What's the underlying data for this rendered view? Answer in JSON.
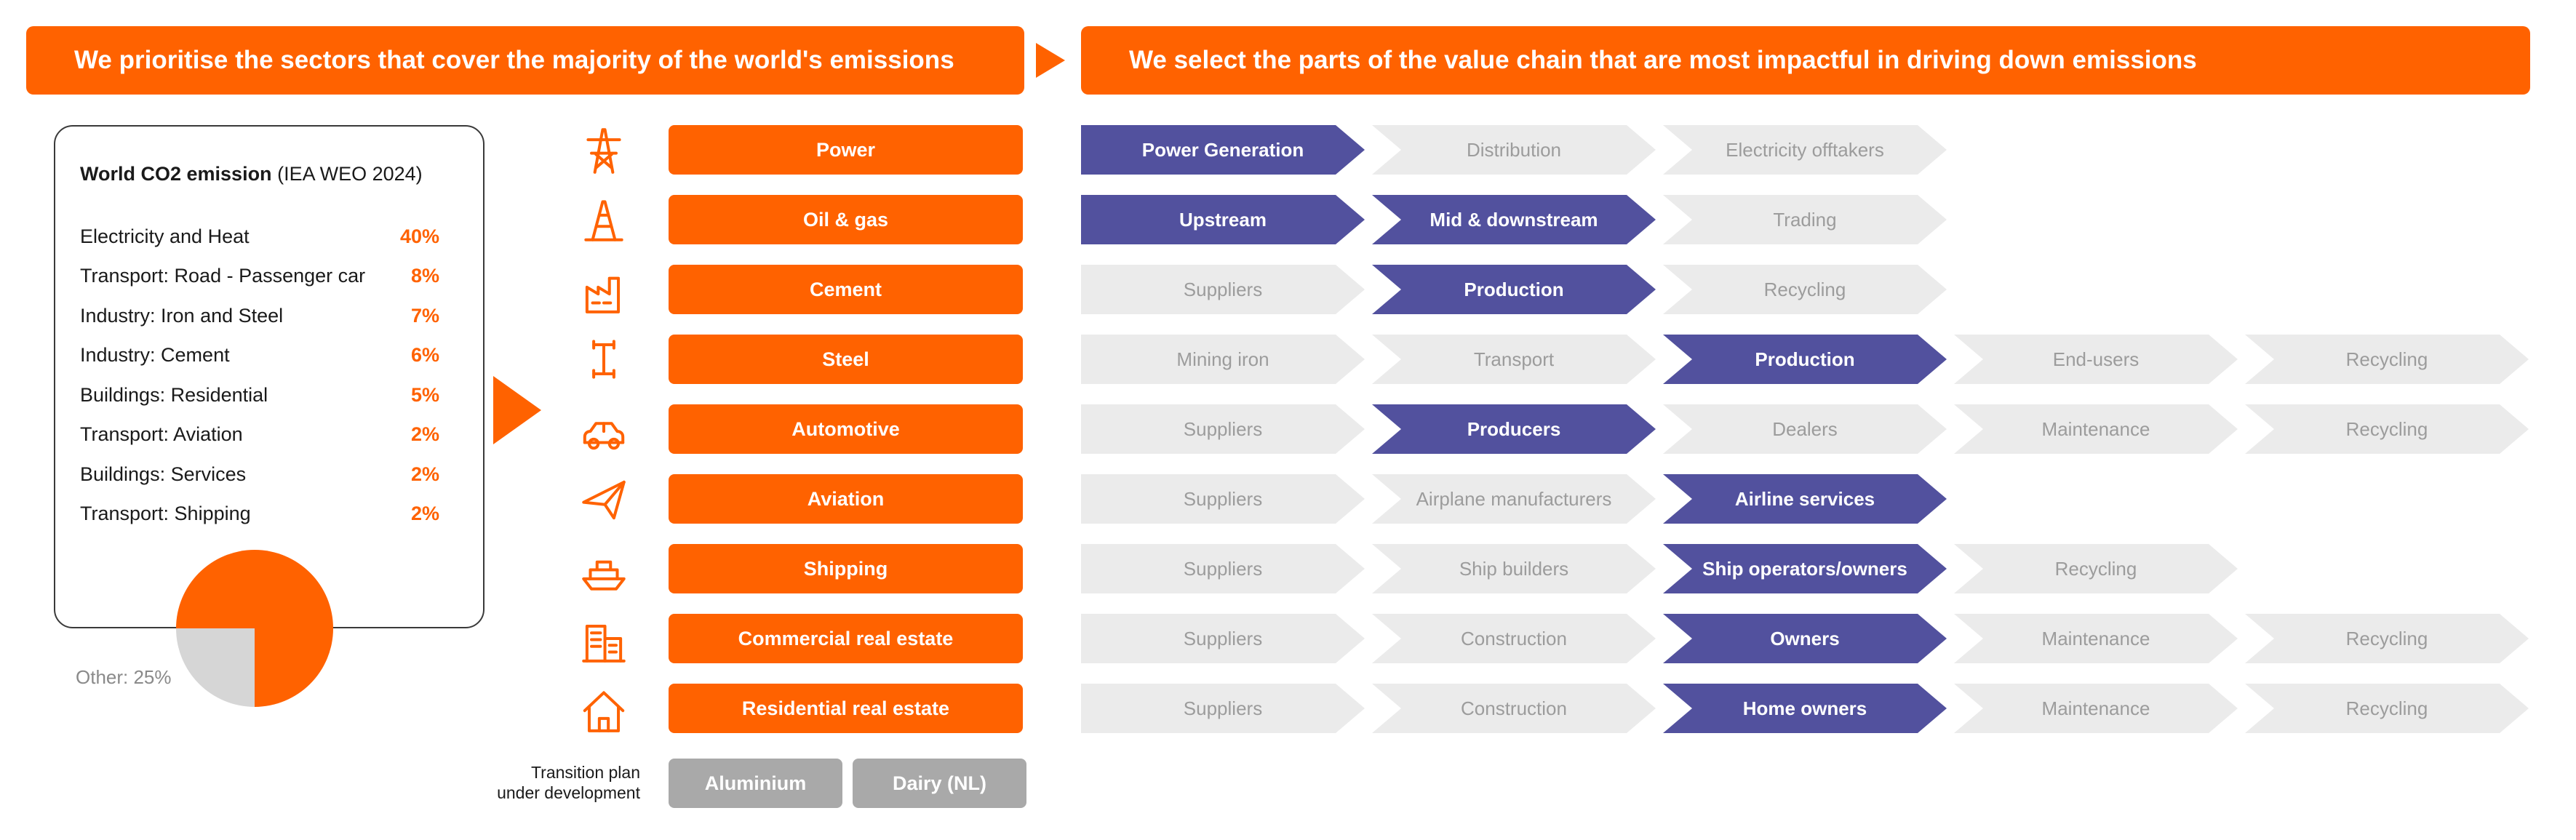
{
  "colors": {
    "orange": "#FF6200",
    "purple": "#52519E",
    "chevron_grey": "#EBEBEB",
    "chevron_grey_text": "#9C9C9C",
    "grey_button": "#A9A9A9",
    "pie_grey": "#D6D6D6"
  },
  "headers": {
    "left": "We prioritise the sectors that cover the majority of the world's emissions",
    "right": "We select the parts of the value chain that are most impactful in driving down emissions"
  },
  "emissions_panel": {
    "title_bold": "World CO2 emission",
    "title_note": "(IEA WEO 2024)",
    "rows": [
      {
        "label": "Electricity and Heat",
        "value": "40%"
      },
      {
        "label": "Transport: Road - Passenger car",
        "value": "8%"
      },
      {
        "label": "Industry: Iron and Steel",
        "value": "7%"
      },
      {
        "label": "Industry: Cement",
        "value": "6%"
      },
      {
        "label": "Buildings: Residential",
        "value": "5%"
      },
      {
        "label": "Transport: Aviation",
        "value": "2%"
      },
      {
        "label": "Buildings: Services",
        "value": "2%"
      },
      {
        "label": "Transport: Shipping",
        "value": "2%"
      }
    ],
    "other_label": "Other: 25%"
  },
  "chart_data": {
    "type": "pie",
    "title": "World CO2 emission (IEA WEO 2024)",
    "labels": [
      "Electricity and Heat",
      "Transport: Road - Passenger car",
      "Industry: Iron and Steel",
      "Industry: Cement",
      "Buildings: Residential",
      "Transport: Aviation",
      "Buildings: Services",
      "Transport: Shipping",
      "Other"
    ],
    "values": [
      40,
      8,
      7,
      6,
      5,
      2,
      2,
      2,
      25
    ],
    "unit": "%"
  },
  "sectors": [
    {
      "label": "Power",
      "icon": "power-icon"
    },
    {
      "label": "Oil & gas",
      "icon": "oil-gas-icon"
    },
    {
      "label": "Cement",
      "icon": "cement-icon"
    },
    {
      "label": "Steel",
      "icon": "steel-icon"
    },
    {
      "label": "Automotive",
      "icon": "automotive-icon"
    },
    {
      "label": "Aviation",
      "icon": "aviation-icon"
    },
    {
      "label": "Shipping",
      "icon": "shipping-icon"
    },
    {
      "label": "Commercial real estate",
      "icon": "commercial-real-estate-icon"
    },
    {
      "label": "Residential real estate",
      "icon": "residential-real-estate-icon"
    }
  ],
  "transition_note": "Transition plan under development",
  "transition_sectors": [
    "Aluminium",
    "Dairy (NL)"
  ],
  "value_chains": [
    {
      "sector": "Power",
      "segments": [
        {
          "label": "Power Generation",
          "highlighted": true
        },
        {
          "label": "Distribution",
          "highlighted": false
        },
        {
          "label": "Electricity offtakers",
          "highlighted": false
        }
      ]
    },
    {
      "sector": "Oil & gas",
      "segments": [
        {
          "label": "Upstream",
          "highlighted": true
        },
        {
          "label": "Mid & downstream",
          "highlighted": true
        },
        {
          "label": "Trading",
          "highlighted": false
        }
      ]
    },
    {
      "sector": "Cement",
      "segments": [
        {
          "label": "Suppliers",
          "highlighted": false
        },
        {
          "label": "Production",
          "highlighted": true
        },
        {
          "label": "Recycling",
          "highlighted": false
        }
      ]
    },
    {
      "sector": "Steel",
      "segments": [
        {
          "label": "Mining iron",
          "highlighted": false
        },
        {
          "label": "Transport",
          "highlighted": false
        },
        {
          "label": "Production",
          "highlighted": true
        },
        {
          "label": "End-users",
          "highlighted": false
        },
        {
          "label": "Recycling",
          "highlighted": false
        }
      ]
    },
    {
      "sector": "Automotive",
      "segments": [
        {
          "label": "Suppliers",
          "highlighted": false
        },
        {
          "label": "Producers",
          "highlighted": true
        },
        {
          "label": "Dealers",
          "highlighted": false
        },
        {
          "label": "Maintenance",
          "highlighted": false
        },
        {
          "label": "Recycling",
          "highlighted": false
        }
      ]
    },
    {
      "sector": "Aviation",
      "segments": [
        {
          "label": "Suppliers",
          "highlighted": false
        },
        {
          "label": "Airplane manufacturers",
          "highlighted": false
        },
        {
          "label": "Airline services",
          "highlighted": true
        }
      ]
    },
    {
      "sector": "Shipping",
      "segments": [
        {
          "label": "Suppliers",
          "highlighted": false
        },
        {
          "label": "Ship builders",
          "highlighted": false
        },
        {
          "label": "Ship operators/owners",
          "highlighted": true
        },
        {
          "label": "Recycling",
          "highlighted": false
        }
      ]
    },
    {
      "sector": "Commercial real estate",
      "segments": [
        {
          "label": "Suppliers",
          "highlighted": false
        },
        {
          "label": "Construction",
          "highlighted": false
        },
        {
          "label": "Owners",
          "highlighted": true
        },
        {
          "label": "Maintenance",
          "highlighted": false
        },
        {
          "label": "Recycling",
          "highlighted": false
        }
      ]
    },
    {
      "sector": "Residential real estate",
      "segments": [
        {
          "label": "Suppliers",
          "highlighted": false
        },
        {
          "label": "Construction",
          "highlighted": false
        },
        {
          "label": "Home owners",
          "highlighted": true
        },
        {
          "label": "Maintenance",
          "highlighted": false
        },
        {
          "label": "Recycling",
          "highlighted": false
        }
      ]
    }
  ]
}
